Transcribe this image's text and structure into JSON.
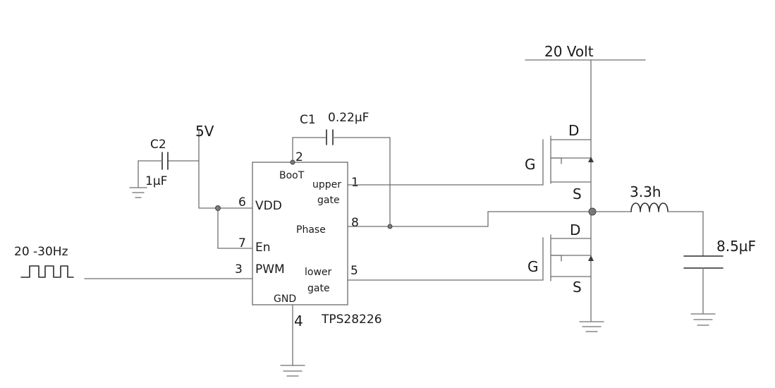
{
  "supply": {
    "high_voltage": "20 Volt",
    "logic_voltage": "5V"
  },
  "ic": {
    "part": "TPS28226",
    "pins": {
      "boot": {
        "number": "2",
        "label": "BooT"
      },
      "upper_gate": {
        "number": "1",
        "label_line1": "upper",
        "label_line2": "gate"
      },
      "vdd": {
        "number": "6",
        "label": "VDD"
      },
      "phase": {
        "number": "8",
        "label": "Phase"
      },
      "en": {
        "number": "7",
        "label": "En"
      },
      "pwm": {
        "number": "3",
        "label": "PWM"
      },
      "lower_gate": {
        "number": "5",
        "label_line1": "lower",
        "label_line2": "gate"
      },
      "gnd": {
        "number": "4",
        "label": "GND"
      }
    }
  },
  "components": {
    "c1": {
      "name": "C1",
      "value": "0.22µF"
    },
    "c2": {
      "name": "C2",
      "value": "1µF"
    },
    "inductor": {
      "value": "3.3h"
    },
    "output_cap": {
      "value": "8.5µF"
    }
  },
  "input": {
    "frequency": "20 -30Hz"
  },
  "mosfets": {
    "upper": {
      "drain": "D",
      "gate": "G",
      "source": "S"
    },
    "lower": {
      "drain": "D",
      "gate": "G",
      "source": "S"
    }
  }
}
